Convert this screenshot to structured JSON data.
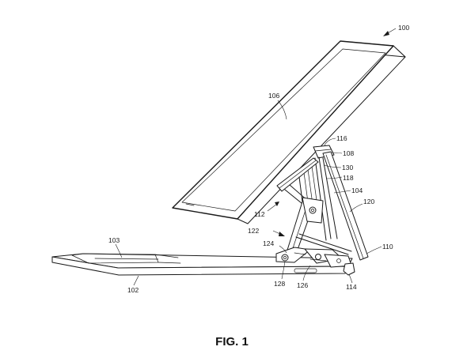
{
  "figure": {
    "caption": "FIG. 1",
    "labels": {
      "l100": "100",
      "l102": "102",
      "l103": "103",
      "l104": "104",
      "l106": "106",
      "l108": "108",
      "l110": "110",
      "l112": "112",
      "l114": "114",
      "l116": "116",
      "l118": "118",
      "l120": "120",
      "l122": "122",
      "l124": "124",
      "l126": "126",
      "l128": "128",
      "l130": "130"
    }
  }
}
